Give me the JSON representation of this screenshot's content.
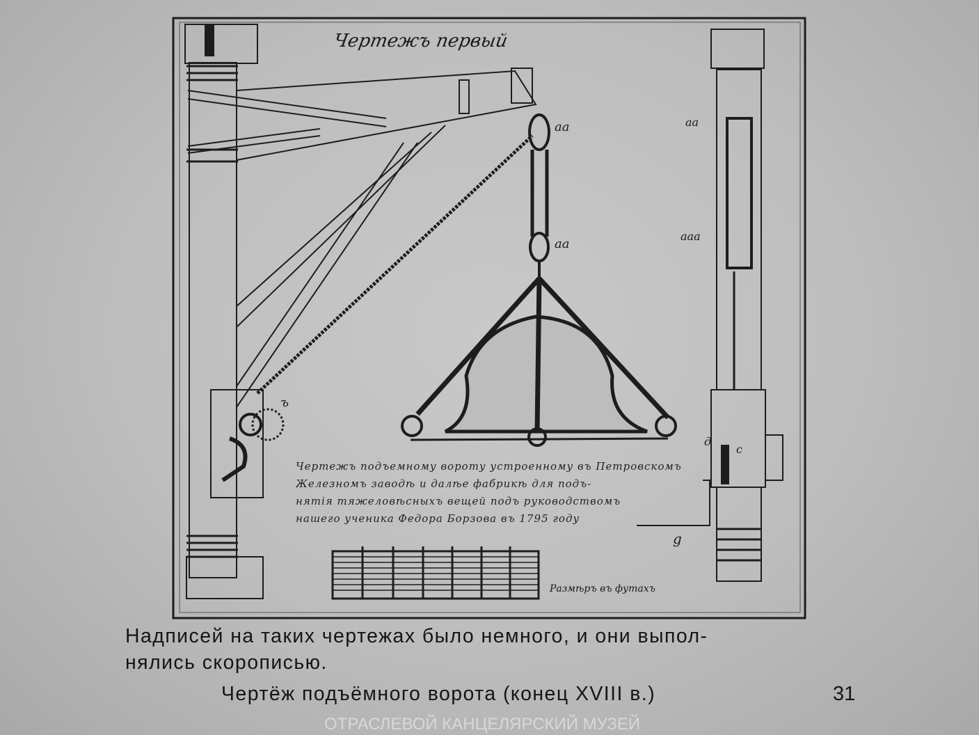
{
  "drawing": {
    "title": "Чертежъ первый",
    "labels": {
      "upper_block": "aa",
      "lower_block": "aa",
      "side_upper": "aa",
      "side_lower": "aaa",
      "gear": "ъ",
      "side_d": "д",
      "side_c": "c",
      "bracket_g": "g"
    },
    "handwritten_note": [
      "Чертежъ подъемному вороту устроенному въ Петровскомъ",
      "Железномъ заводѣ и далѣе фабрикѣ для подъ-",
      "нятія тяжеловѣсныхъ вещей подъ руководствомъ",
      "нашего ученика Федора Борзова въ 1795 году"
    ],
    "scale_label": "Размѣръ въ футахъ"
  },
  "caption": {
    "line1": "Надписей на таких чертежах было немного, и они выпол-",
    "line2": "нялись скорописью.",
    "title": "Чертёж подъёмного ворота (конец XVIII в.)",
    "page_number": "31"
  },
  "watermark": "ОТРАСЛЕВОЙ КАНЦЕЛЯРСКИЙ МУЗЕЙ"
}
